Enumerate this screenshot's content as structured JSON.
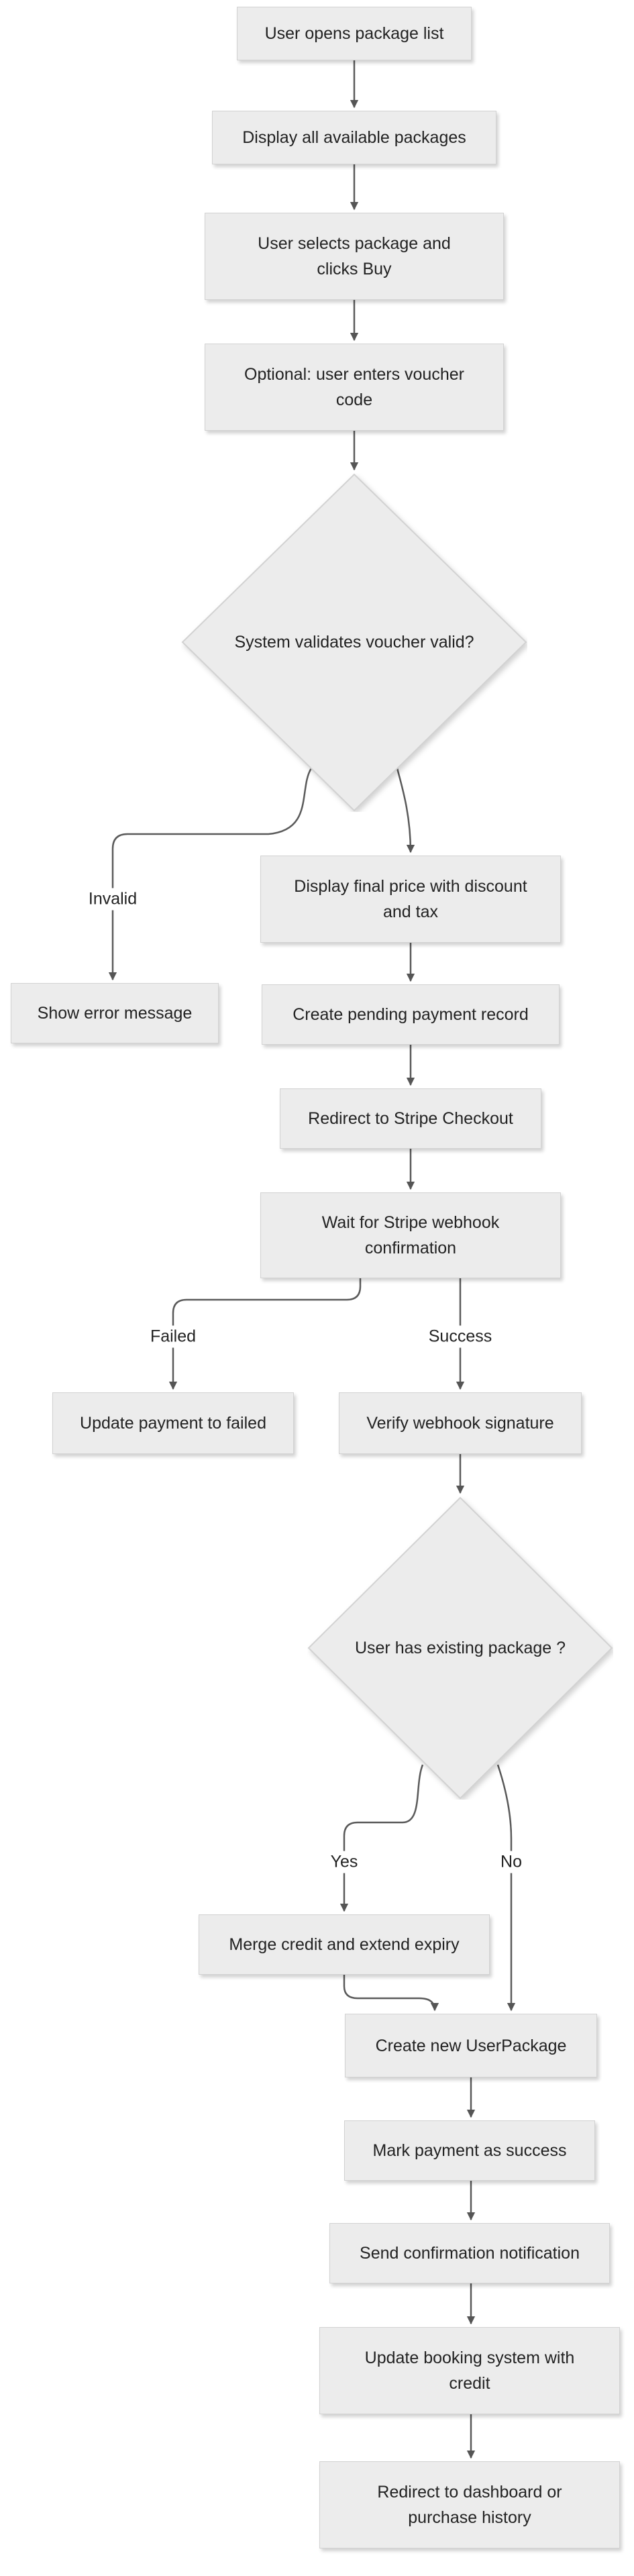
{
  "colors": {
    "node_fill": "#ececec",
    "node_border": "#d2d2d2",
    "edge": "#5a5a5a",
    "text": "#222222"
  },
  "nodes": {
    "open_list": "User opens package list",
    "display_packages": "Display all available packages",
    "select_package": "User selects package and clicks Buy",
    "enter_voucher": "Optional: user enters voucher code",
    "validate_voucher": "System validates voucher valid?",
    "show_error": "Show error message",
    "display_price": "Display final price with discount and tax",
    "create_pending": "Create pending payment record",
    "redirect_stripe": "Redirect to Stripe Checkout",
    "wait_webhook": "Wait for Stripe webhook confirmation",
    "update_failed": "Update payment to failed",
    "verify_signature": "Verify webhook signature",
    "existing_package": "User has existing package ?",
    "merge_credit": "Merge credit and extend expiry",
    "create_userpackage": "Create new UserPackage",
    "mark_success": "Mark payment as success",
    "send_notification": "Send confirmation notification",
    "update_booking": "Update booking system with credit",
    "redirect_dashboard": "Redirect to dashboard or purchase history"
  },
  "edge_labels": {
    "invalid": "Invalid",
    "failed": "Failed",
    "success": "Success",
    "yes": "Yes",
    "no": "No"
  }
}
